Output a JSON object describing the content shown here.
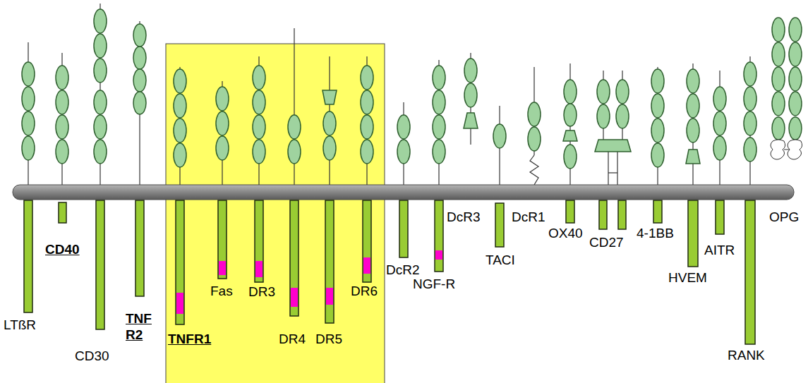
{
  "diagram": {
    "labels": [
      "LTßR",
      "CD40",
      "CD30",
      "TNF R2",
      "TNFR1",
      "Fas",
      "DR3",
      "DR4",
      "DR5",
      "DR6",
      "DcR2",
      "NGF-R",
      "DcR3",
      "TACI",
      "DcR1",
      "OX40",
      "CD27",
      "4-1BB",
      "HVEM",
      "AITR",
      "RANK",
      "OPG"
    ]
  }
}
